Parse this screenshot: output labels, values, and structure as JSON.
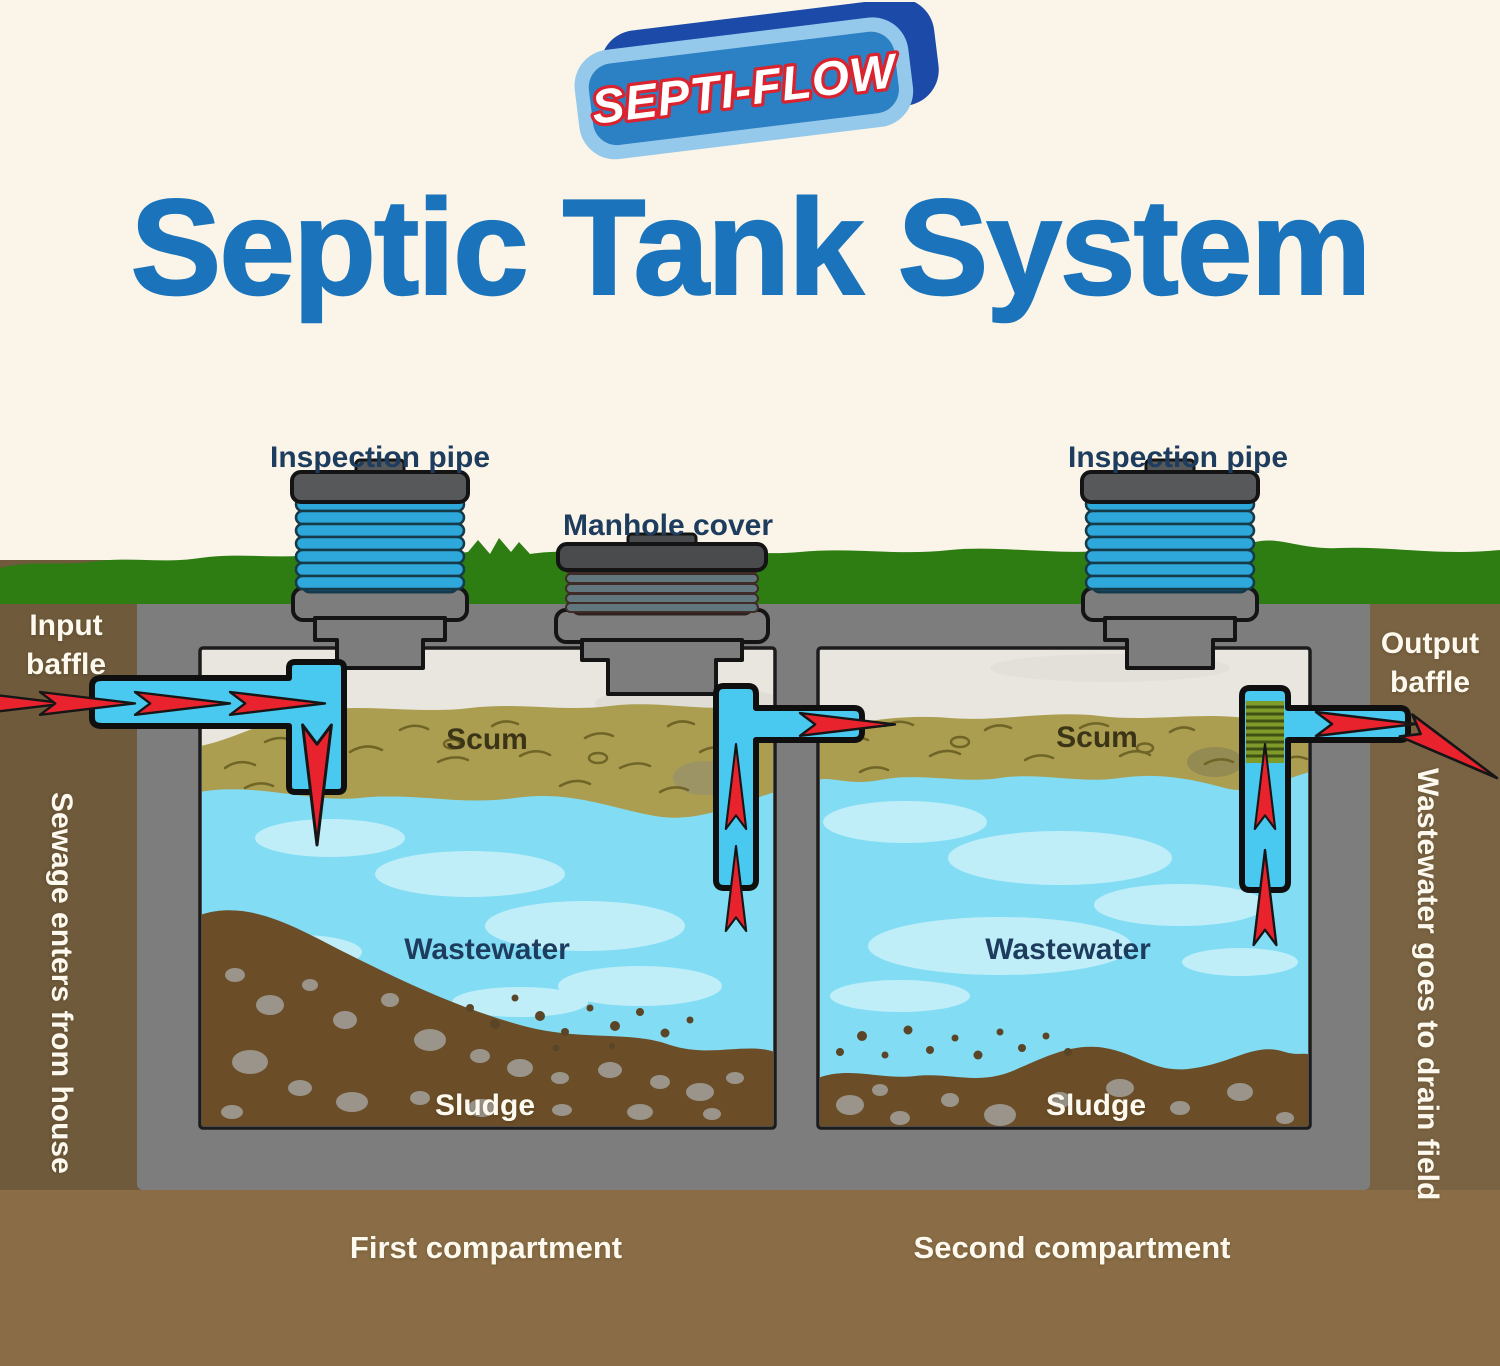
{
  "logo": {
    "text": "SEPTI-FLOW",
    "badge_blue": "#2c80c4",
    "ring_blue": "#95c9ec",
    "back_blue": "#1c4aa8",
    "text_stroke_red": "#d9232e"
  },
  "title": {
    "text": "Septic Tank System",
    "color": "#1b74bb"
  },
  "diagram": {
    "labels": {
      "inspection_pipe_left": "Inspection pipe",
      "manhole_cover": "Manhole cover",
      "inspection_pipe_right": "Inspection pipe",
      "input_baffle": "Input\nbaffle",
      "output_baffle": "Output\nbaffle",
      "sewage_side": "Sewage enters from house",
      "drain_side": "Wastewater goes to drain field",
      "first_compartment": "First compartment",
      "second_compartment": "Second compartment"
    },
    "compartment1": {
      "scum": "Scum",
      "wastewater": "Wastewater",
      "sludge": "Sludge"
    },
    "compartment2": {
      "scum": "Scum",
      "wastewater": "Wastewater",
      "sludge": "Sludge"
    },
    "colors": {
      "background": "#faf5e8",
      "grass": "#2e7d13",
      "soil_left": "#6f5a3b",
      "soil_right": "#7a6342",
      "soil_bottom": "#8a6d46",
      "tank_gray": "#7d7d7d",
      "headspace": "#e9e6e0",
      "scum": "#ab9e50",
      "water": "#82ddf4",
      "water_light": "#bfeef9",
      "sludge": "#6b4e28",
      "pipe_blue": "#49c8f0",
      "arrow_red": "#e8232e",
      "filter_green": "#7f9c2a",
      "label_navy": "#1d3c5e",
      "label_white": "#fdf9ee"
    }
  }
}
